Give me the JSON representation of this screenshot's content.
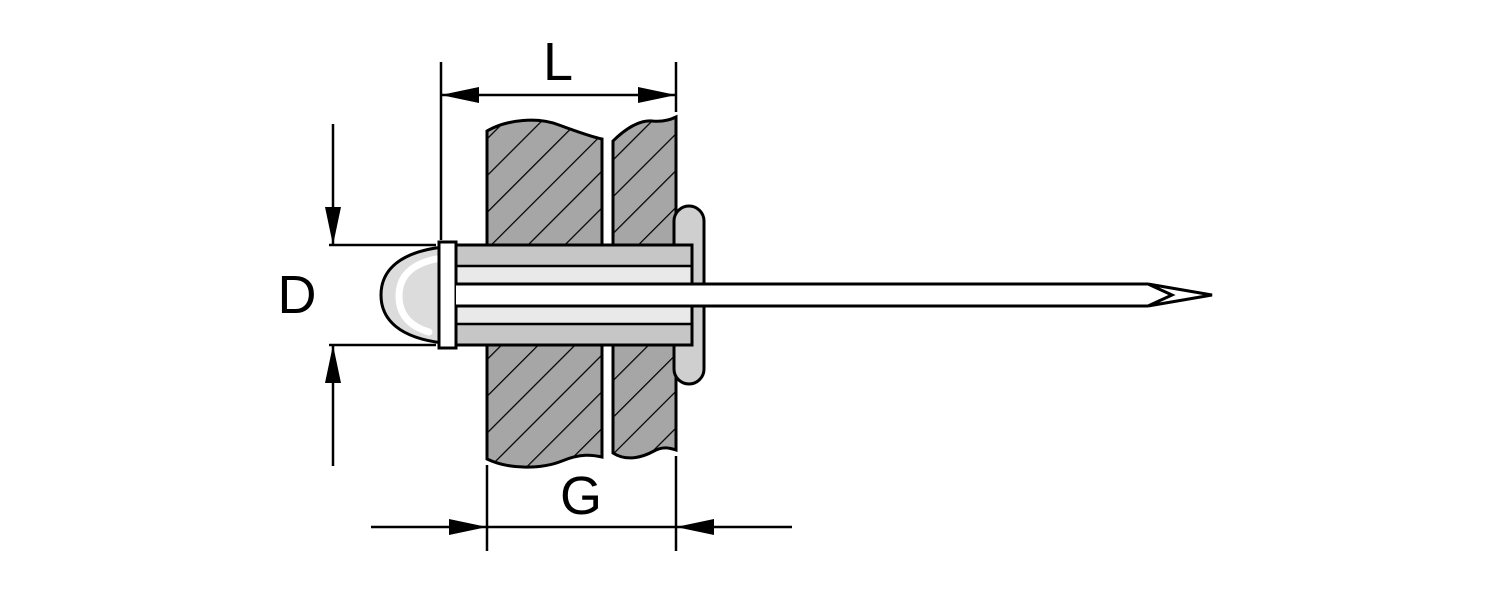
{
  "diagram": {
    "name": "Blind rivet cross-section with dimension callouts",
    "dimensions": {
      "length_label": "L",
      "diameter_label": "D",
      "grip_label": "G"
    },
    "colors": {
      "background": "#ffffff",
      "line": "#000000",
      "plate_fill": "#a6a6a6",
      "sleeve_fill": "#e9e9e9",
      "sleeve_wall_fill": "#c6c6c6",
      "formed_head_fill": "#cfcfcf",
      "dome_head_fill": "#dcdcdc",
      "mandrel_fill": "#ffffff"
    }
  }
}
